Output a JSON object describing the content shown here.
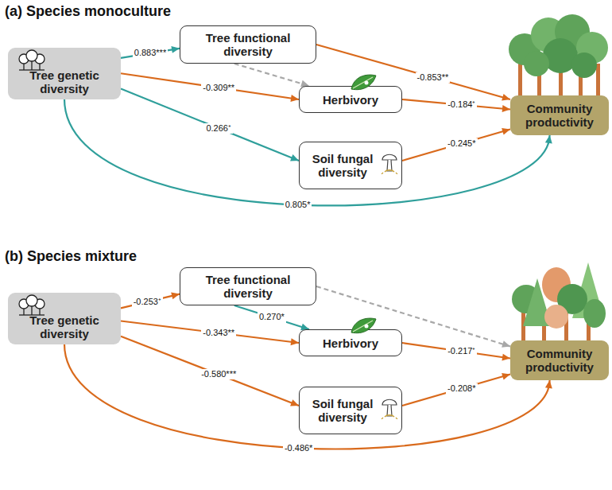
{
  "diagram": {
    "nodes": [
      {
        "text": [
          "Tree genetic diversity"
        ]
      },
      {
        "text": [
          "Tree functional diversity"
        ]
      },
      {
        "text": [
          "Herbivory"
        ]
      },
      {
        "text": [
          "Soil fungal diversity"
        ]
      },
      {
        "text": [
          "Community productivity"
        ]
      },
      {
        "text": [
          "Tree genetic diversity"
        ]
      },
      {
        "text": [
          "Tree functional diversity"
        ]
      },
      {
        "text": [
          "Herbivory"
        ]
      },
      {
        "text": [
          "Soil fungal diversity"
        ]
      },
      {
        "text": [
          "Community productivity"
        ]
      }
    ],
    "edges": [
      {
        "from": 0,
        "to": 1,
        "label": "0.883***",
        "arrow": "to"
      },
      {
        "from": 1,
        "to": 2,
        "arrow": "to"
      },
      {
        "from": 0,
        "to": 2,
        "label": "-0.309**",
        "arrow": "to"
      },
      {
        "from": 2,
        "to": 4,
        "label": "-0.184⁺",
        "arrow": "to"
      },
      {
        "from": 1,
        "to": 4,
        "label": "-0.853**",
        "arrow": "to"
      },
      {
        "from": 0,
        "to": 3,
        "label": "0.266⁺",
        "arrow": "to"
      },
      {
        "from": 3,
        "to": 4,
        "label": "-0.245*",
        "arrow": "to"
      },
      {
        "from": 0,
        "to": 4,
        "label": "0.805*",
        "arrow": "to"
      },
      {
        "from": 5,
        "to": 6,
        "label": "-0.253⁺",
        "arrow": "to"
      },
      {
        "from": 6,
        "to": 7,
        "label": "0.270*",
        "arrow": "to"
      },
      {
        "from": 5,
        "to": 7,
        "label": "-0.343**",
        "arrow": "to"
      },
      {
        "from": 7,
        "to": 9,
        "label": "-0.217⁺",
        "arrow": "to"
      },
      {
        "from": 6,
        "to": 9,
        "arrow": "to"
      },
      {
        "from": 5,
        "to": 8,
        "label": "-0.580***",
        "arrow": "to"
      },
      {
        "from": 8,
        "to": 9,
        "label": "-0.208*",
        "arrow": "to"
      },
      {
        "from": 5,
        "to": 9,
        "label": "-0.486*",
        "arrow": "to"
      }
    ],
    "labels": [
      "(a) Species monoculture",
      "(b) Species mixture"
    ]
  }
}
